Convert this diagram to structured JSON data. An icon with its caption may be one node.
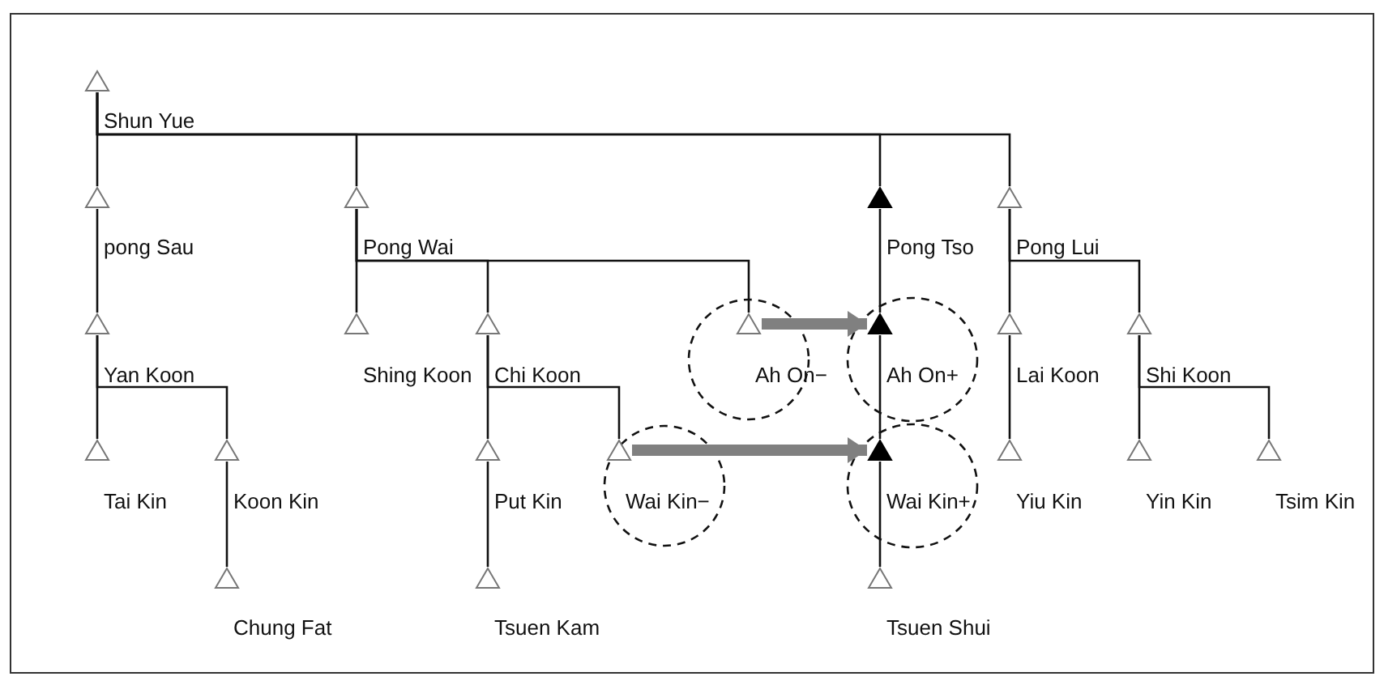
{
  "diagram": {
    "nodes": [
      {
        "text": [],
        "shape": "triangle",
        "beside": [
          "Shun Yue"
        ]
      },
      {
        "text": [],
        "shape": "triangle",
        "beside": [
          "pong Sau"
        ]
      },
      {
        "text": [],
        "shape": "triangle",
        "beside": [
          "Pong Wai"
        ]
      },
      {
        "text": [],
        "shape": "triangle",
        "beside": [
          "Pong Tso"
        ]
      },
      {
        "text": [],
        "shape": "triangle",
        "beside": [
          "Pong Lui"
        ]
      },
      {
        "text": [],
        "shape": "triangle",
        "beside": [
          "Yan Koon"
        ]
      },
      {
        "text": [],
        "shape": "triangle",
        "beside": [
          "Shing Koon"
        ]
      },
      {
        "text": [],
        "shape": "triangle",
        "beside": [
          "Chi Koon"
        ]
      },
      {
        "text": [],
        "shape": "triangle",
        "beside": [
          "Ah On−"
        ]
      },
      {
        "text": [],
        "shape": "triangle",
        "beside": [
          "Ah On+"
        ]
      },
      {
        "text": [],
        "shape": "triangle",
        "beside": [
          "Lai Koon"
        ]
      },
      {
        "text": [],
        "shape": "triangle",
        "beside": [
          "Shi Koon"
        ]
      },
      {
        "text": [],
        "shape": "triangle",
        "beside": [
          "Tai Kin"
        ]
      },
      {
        "text": [],
        "shape": "triangle",
        "beside": [
          "Koon Kin"
        ]
      },
      {
        "text": [],
        "shape": "triangle",
        "beside": [
          "Put Kin"
        ]
      },
      {
        "text": [],
        "shape": "triangle",
        "beside": [
          "Wai Kin−"
        ]
      },
      {
        "text": [],
        "shape": "triangle",
        "beside": [
          "Wai Kin+"
        ]
      },
      {
        "text": [],
        "shape": "triangle",
        "beside": [
          "Yiu Kin"
        ]
      },
      {
        "text": [],
        "shape": "triangle",
        "beside": [
          "Yin Kin"
        ]
      },
      {
        "text": [],
        "shape": "triangle",
        "beside": [
          "Tsim Kin"
        ]
      },
      {
        "text": [],
        "shape": "triangle",
        "beside": [
          "Chung Fat"
        ]
      },
      {
        "text": [],
        "shape": "triangle",
        "beside": [
          "Tsuen Kam"
        ]
      },
      {
        "text": [],
        "shape": "triangle",
        "beside": [
          "Tsuen Shui"
        ]
      }
    ],
    "edges": [
      {
        "from": 0,
        "to": 1,
        "arrow": "none"
      },
      {
        "from": 0,
        "to": 2,
        "arrow": "none"
      },
      {
        "from": 0,
        "to": 3,
        "arrow": "none"
      },
      {
        "from": 0,
        "to": 4,
        "arrow": "none"
      },
      {
        "from": 1,
        "to": 5,
        "arrow": "none"
      },
      {
        "from": 2,
        "to": 6,
        "arrow": "none"
      },
      {
        "from": 2,
        "to": 7,
        "arrow": "none"
      },
      {
        "from": 2,
        "to": 8,
        "arrow": "none"
      },
      {
        "from": 3,
        "to": 9,
        "arrow": "none"
      },
      {
        "from": 4,
        "to": 10,
        "arrow": "none"
      },
      {
        "from": 4,
        "to": 11,
        "arrow": "none"
      },
      {
        "from": 5,
        "to": 12,
        "arrow": "none"
      },
      {
        "from": 5,
        "to": 13,
        "arrow": "none"
      },
      {
        "from": 7,
        "to": 14,
        "arrow": "none"
      },
      {
        "from": 7,
        "to": 15,
        "arrow": "none"
      },
      {
        "from": 9,
        "to": 16,
        "arrow": "none"
      },
      {
        "from": 10,
        "to": 17,
        "arrow": "none"
      },
      {
        "from": 11,
        "to": 18,
        "arrow": "none"
      },
      {
        "from": 11,
        "to": 19,
        "arrow": "none"
      },
      {
        "from": 13,
        "to": 20,
        "arrow": "none"
      },
      {
        "from": 14,
        "to": 21,
        "arrow": "none"
      },
      {
        "from": 16,
        "to": 22,
        "arrow": "none"
      },
      {
        "from": 8,
        "to": 9,
        "arrow": "to",
        "style": "thick",
        "color": "#808080"
      },
      {
        "from": 15,
        "to": 16,
        "arrow": "to",
        "style": "thick",
        "color": "#808080"
      }
    ]
  }
}
